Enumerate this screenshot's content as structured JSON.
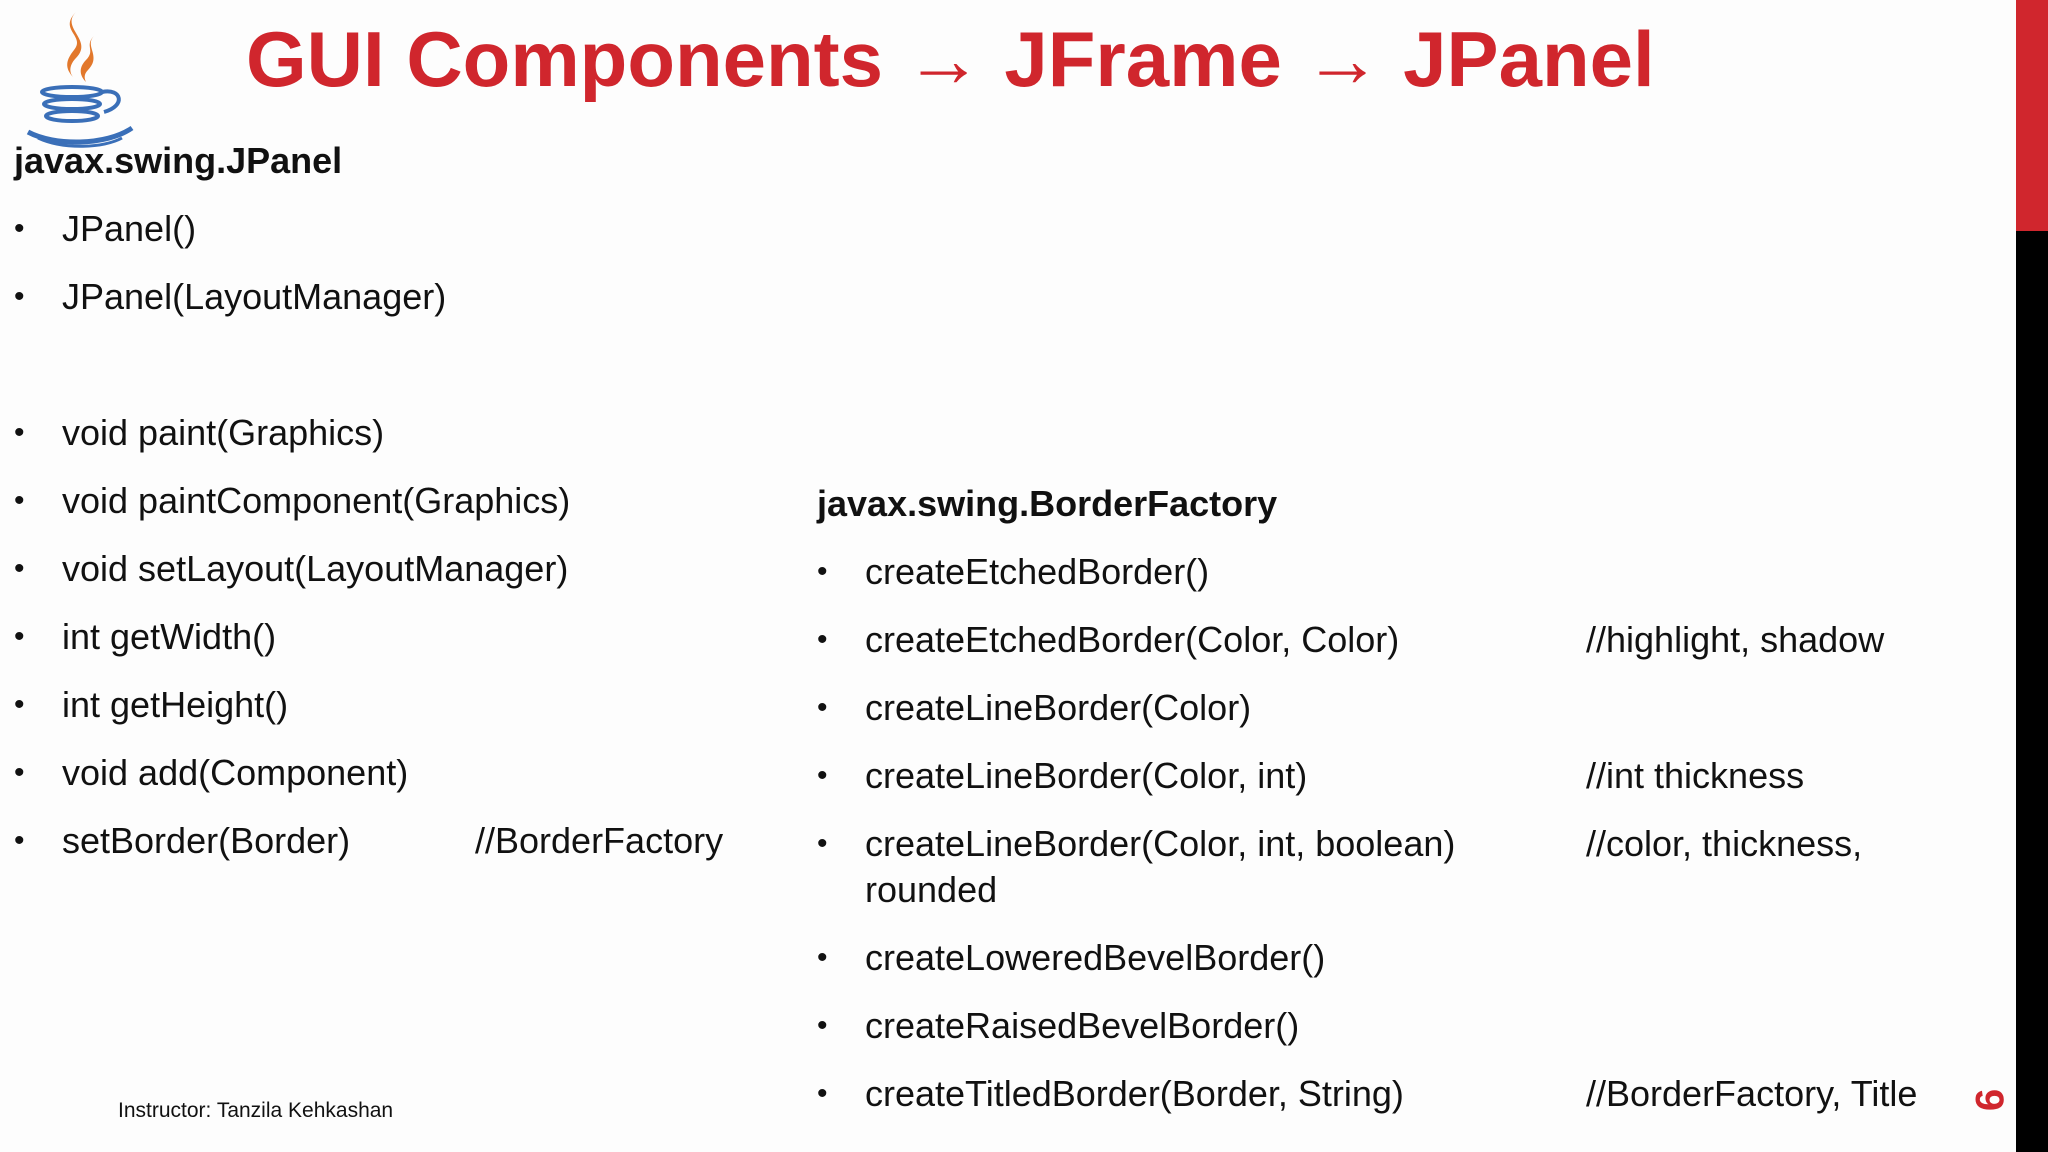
{
  "slide": {
    "title": "GUI Components → JFrame → JPanel",
    "logo_icon": "java-coffee-cup-icon",
    "accent_colors": {
      "title": "#d0262d",
      "bar_top": "#d0262d",
      "bar_bottom": "#000000"
    },
    "footer": "Instructor: Tanzila Kehkashan",
    "page_number": "9"
  },
  "jpanel": {
    "heading": "javax.swing.JPanel",
    "constructors": [
      {
        "method": "JPanel()"
      },
      {
        "method": "JPanel(LayoutManager)"
      }
    ],
    "methods": [
      {
        "method": "void paint(Graphics)"
      },
      {
        "method": "void paintComponent(Graphics)"
      },
      {
        "method": "void setLayout(LayoutManager)"
      },
      {
        "method": "int getWidth()"
      },
      {
        "method": "int getHeight()"
      },
      {
        "method": "void add(Component)"
      },
      {
        "method": "setBorder(Border)",
        "comment": "//BorderFactory"
      }
    ]
  },
  "border_factory": {
    "heading": "javax.swing.BorderFactory",
    "items": [
      {
        "method": "createEtchedBorder()"
      },
      {
        "method": "createEtchedBorder(Color, Color)",
        "comment": "//highlight, shadow"
      },
      {
        "method": "createLineBorder(Color)"
      },
      {
        "method": "createLineBorder(Color, int)",
        "comment": "//int thickness"
      },
      {
        "method": "createLineBorder(Color, int, boolean)",
        "comment": "//color, thickness,",
        "continuation": "rounded"
      },
      {
        "method": "createLoweredBevelBorder()"
      },
      {
        "method": "createRaisedBevelBorder()"
      },
      {
        "method": "createTitledBorder(Border, String)",
        "comment": "//BorderFactory, Title"
      }
    ]
  }
}
